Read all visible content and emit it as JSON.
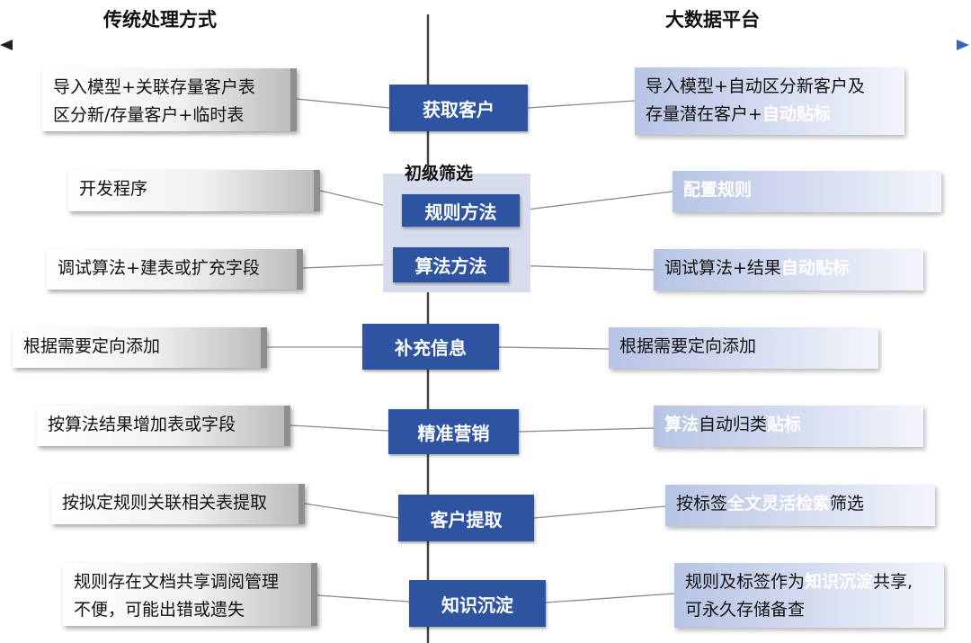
{
  "headers": {
    "left": "传统处理方式",
    "right": "大数据平台"
  },
  "section_label": "初级筛选",
  "center": [
    "获取客户",
    "规则方法",
    "算法方法",
    "补充信息",
    "精准营销",
    "客户提取",
    "知识沉淀"
  ],
  "left": [
    [
      "导入模型+关联存量客户表",
      "区分新/存量客户+临时表"
    ],
    [
      "开发程序"
    ],
    [
      "调试算法+建表或扩充字段"
    ],
    [
      "根据需要定向添加"
    ],
    [
      "按算法结果增加表或字段"
    ],
    [
      "按拟定规则关联相关表提取"
    ],
    [
      "规则存在文档共享调阅管理",
      "不便，可能出错或遗失"
    ]
  ],
  "right": [
    {
      "l1a": "导入模型+自动区分新客户及",
      "l2a": "存量潜在客户+",
      "l2b": "自动贴标"
    },
    {
      "a": "配置规则"
    },
    {
      "a": "调试算法+结果",
      "b": "自动贴标"
    },
    {
      "a": "根据需要定向添加"
    },
    {
      "a": "算法",
      "b": "自动归类",
      "c": "贴标"
    },
    {
      "a": "按标签",
      "b": "全文灵活检索",
      "c": "筛选"
    },
    {
      "l1a": "规则及标签作为",
      "l1b": "知识沉淀",
      "l1c": "共享,",
      "l2a": "可永久存储备查"
    }
  ],
  "colors": {
    "primary": "#2e54a1",
    "right_box_start": "#b6c4e4",
    "left_box_edge": "#8f8f8f",
    "shade": "#d6dcec"
  }
}
